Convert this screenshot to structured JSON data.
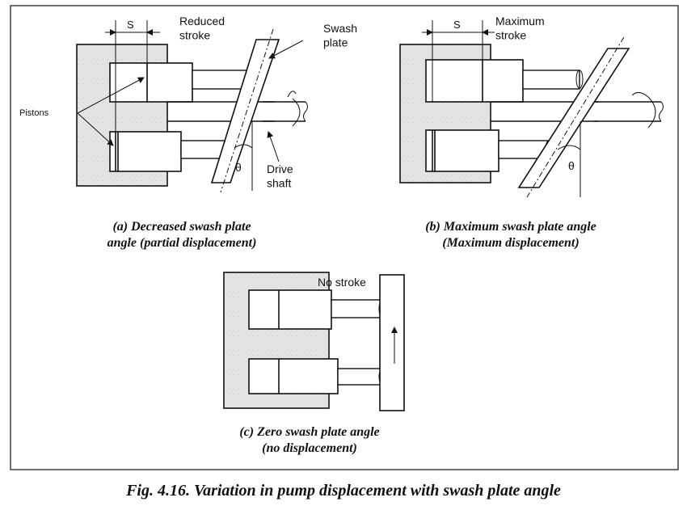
{
  "labels": {
    "s_a": "S",
    "reduced_stroke": "Reduced\nstroke",
    "swash_plate": "Swash\nplate",
    "pistons": "Pistons",
    "drive_shaft": "Drive\nshaft",
    "theta_a": "θ",
    "s_b": "S",
    "maximum_stroke": "Maximum\nstroke",
    "theta_b": "θ",
    "no_stroke": "No stroke"
  },
  "captions": {
    "a": "(a) Decreased swash plate\nangle (partial displacement)",
    "b": "(b) Maximum swash plate angle\n(Maximum displacement)",
    "c": "(c) Zero swash plate angle\n(no displacement)",
    "figure": "Fig. 4.16. Variation in pump displacement with swash plate angle"
  },
  "colors": {
    "block_fill": "#e2e2e2",
    "line": "#111111",
    "background": "#ffffff"
  }
}
